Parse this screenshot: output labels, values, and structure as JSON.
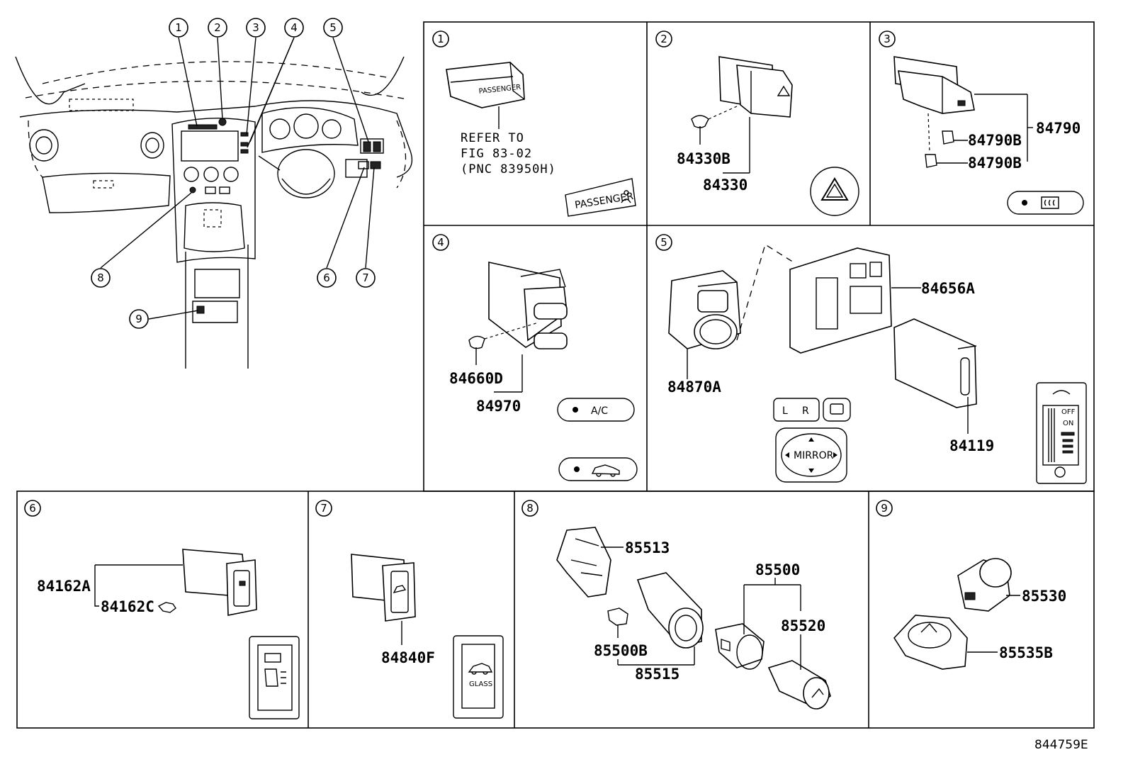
{
  "callouts": [
    "1",
    "2",
    "3",
    "4",
    "5",
    "6",
    "7",
    "8",
    "9"
  ],
  "panels": {
    "p1": {
      "num": "1",
      "note": [
        "REFER TO",
        "FIG 83-02",
        "(PNC 83950H)"
      ],
      "label_text": "PASSENGER"
    },
    "p2": {
      "num": "2",
      "parts": [
        "84330B",
        "84330"
      ]
    },
    "p3": {
      "num": "3",
      "parts": [
        "84790",
        "84790B",
        "84790B"
      ]
    },
    "p4": {
      "num": "4",
      "parts": [
        "84660D",
        "84970"
      ],
      "label_ac": "A/C"
    },
    "p5": {
      "num": "5",
      "parts": [
        "84656A",
        "84870A",
        "84119"
      ],
      "lr_left": "L",
      "lr_right": "R",
      "mirror": "MIRROR",
      "dial_off": "OFF",
      "dial_on": "ON"
    },
    "p6": {
      "num": "6",
      "parts": [
        "84162A",
        "84162C"
      ]
    },
    "p7": {
      "num": "7",
      "parts": [
        "84840F"
      ],
      "glass": "GLASS"
    },
    "p8": {
      "num": "8",
      "parts": [
        "85513",
        "85500",
        "85520",
        "85500B",
        "85515"
      ]
    },
    "p9": {
      "num": "9",
      "parts": [
        "85530",
        "85535B"
      ]
    }
  },
  "ref_code": "844759E"
}
